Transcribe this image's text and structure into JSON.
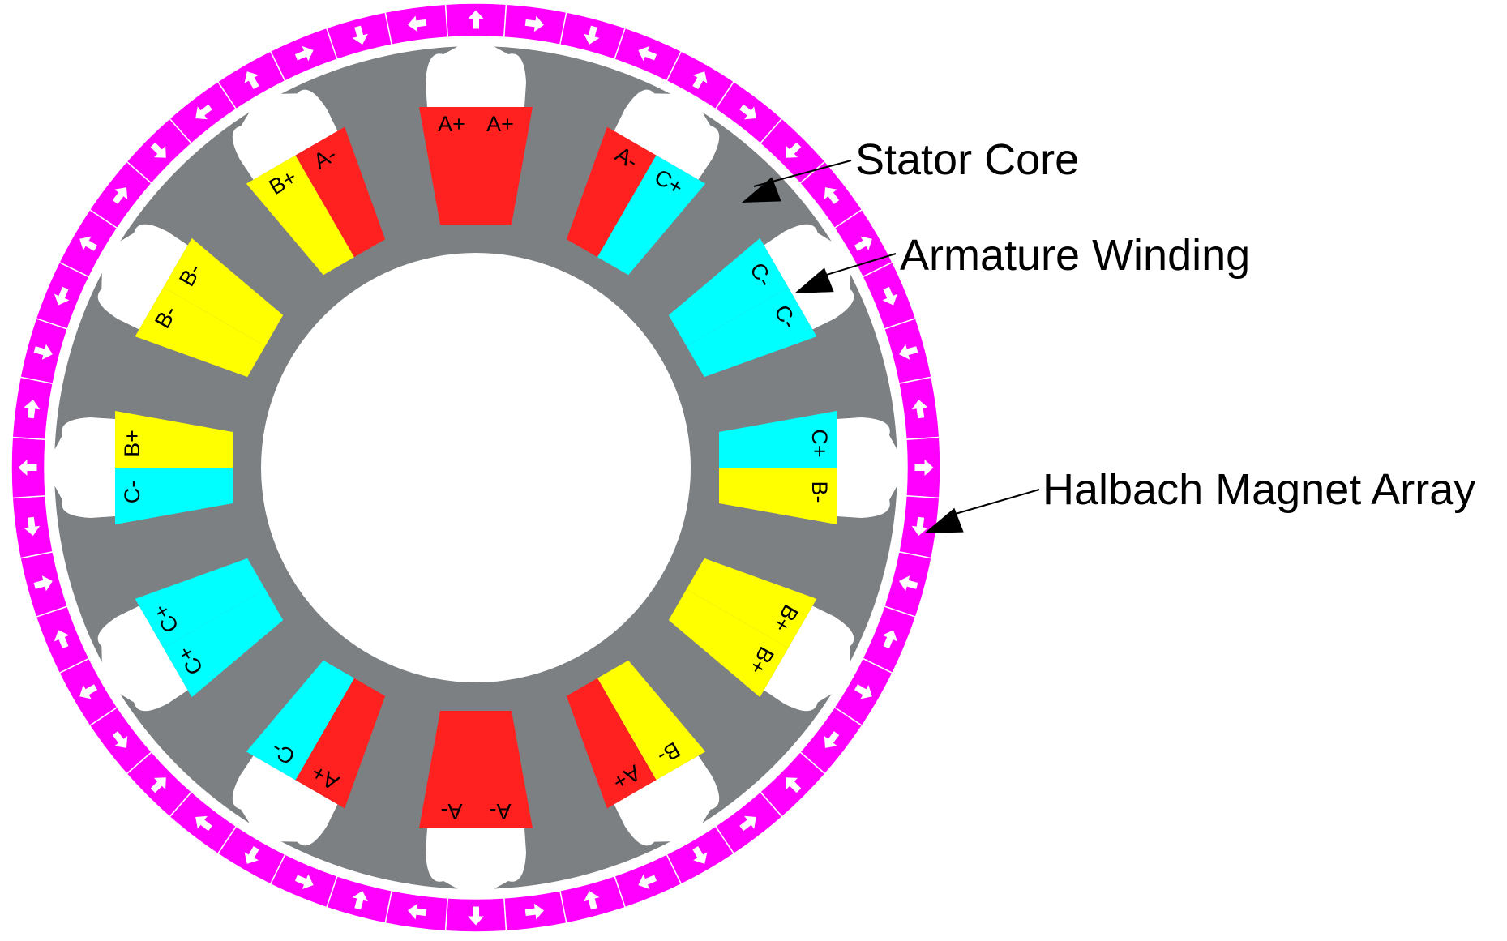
{
  "colors": {
    "magnet": "#ff00ff",
    "stator": "#7c8083",
    "phase_A": "#ff2020",
    "phase_B": "#ffff00",
    "phase_C": "#00ffff",
    "background": "#ffffff",
    "arrow": "#ffffff"
  },
  "callouts": {
    "stator_core": "Stator Core",
    "armature_winding": "Armature Winding",
    "halbach_array": "Halbach Magnet Array"
  },
  "magnet_array": {
    "segment_count": 48,
    "arrow_pattern_deg_offsets": [
      0,
      90,
      180,
      270
    ]
  },
  "slots": [
    {
      "left": {
        "label": "A+",
        "phase": "A"
      },
      "right": {
        "label": "A+",
        "phase": "A"
      }
    },
    {
      "left": {
        "label": "A-",
        "phase": "A"
      },
      "right": {
        "label": "C+",
        "phase": "C"
      }
    },
    {
      "left": {
        "label": "C-",
        "phase": "C"
      },
      "right": {
        "label": "C-",
        "phase": "C"
      }
    },
    {
      "left": {
        "label": "C+",
        "phase": "C"
      },
      "right": {
        "label": "B-",
        "phase": "B"
      }
    },
    {
      "left": {
        "label": "B+",
        "phase": "B"
      },
      "right": {
        "label": "B+",
        "phase": "B"
      }
    },
    {
      "left": {
        "label": "B-",
        "phase": "B"
      },
      "right": {
        "label": "A+",
        "phase": "A"
      }
    },
    {
      "left": {
        "label": "A-",
        "phase": "A"
      },
      "right": {
        "label": "A-",
        "phase": "A"
      }
    },
    {
      "left": {
        "label": "A+",
        "phase": "A"
      },
      "right": {
        "label": "C-",
        "phase": "C"
      }
    },
    {
      "left": {
        "label": "C+",
        "phase": "C"
      },
      "right": {
        "label": "C+",
        "phase": "C"
      }
    },
    {
      "left": {
        "label": "C-",
        "phase": "C"
      },
      "right": {
        "label": "B+",
        "phase": "B"
      }
    },
    {
      "left": {
        "label": "B-",
        "phase": "B"
      },
      "right": {
        "label": "B-",
        "phase": "B"
      }
    },
    {
      "left": {
        "label": "B+",
        "phase": "B"
      },
      "right": {
        "label": "A-",
        "phase": "A"
      }
    }
  ]
}
